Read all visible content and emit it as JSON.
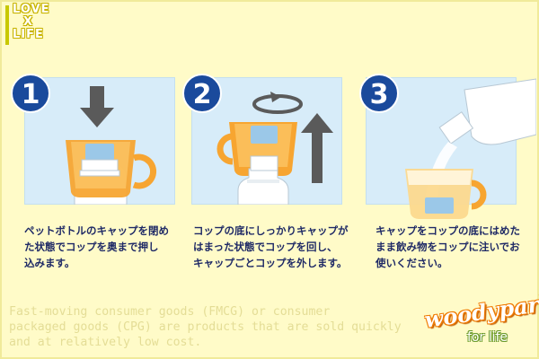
{
  "logo": {
    "line1": "LOVE",
    "line2": "X",
    "line3": "LIFE"
  },
  "steps": [
    {
      "number": "1",
      "lines": [
        "ペットボトルのキャップを閉め",
        "た状態でコップを奥まで押し",
        "込みます。"
      ]
    },
    {
      "number": "2",
      "lines": [
        "コップの底にしっかりキャップが",
        "はまった状態でコップを回し、",
        "キャップごとコップを外します。"
      ]
    },
    {
      "number": "3",
      "lines": [
        "キャップをコップの底にはめた",
        "まま飲み物をコップに注いでお",
        "使いください。"
      ]
    }
  ],
  "watermark": {
    "line1": "Fast-moving consumer goods (FMCG) or consumer",
    "line2": "packaged goods (CPG) are products that are sold quickly",
    "line3": "and at relatively low cost."
  },
  "brand": {
    "name": "woodypark",
    "tagline": "for life"
  },
  "colors": {
    "background": "#fffbc8",
    "panel": "#d7ecf9",
    "badge": "#1a4a9c",
    "cup_orange": "#f7a531",
    "text": "#1f2a66"
  }
}
